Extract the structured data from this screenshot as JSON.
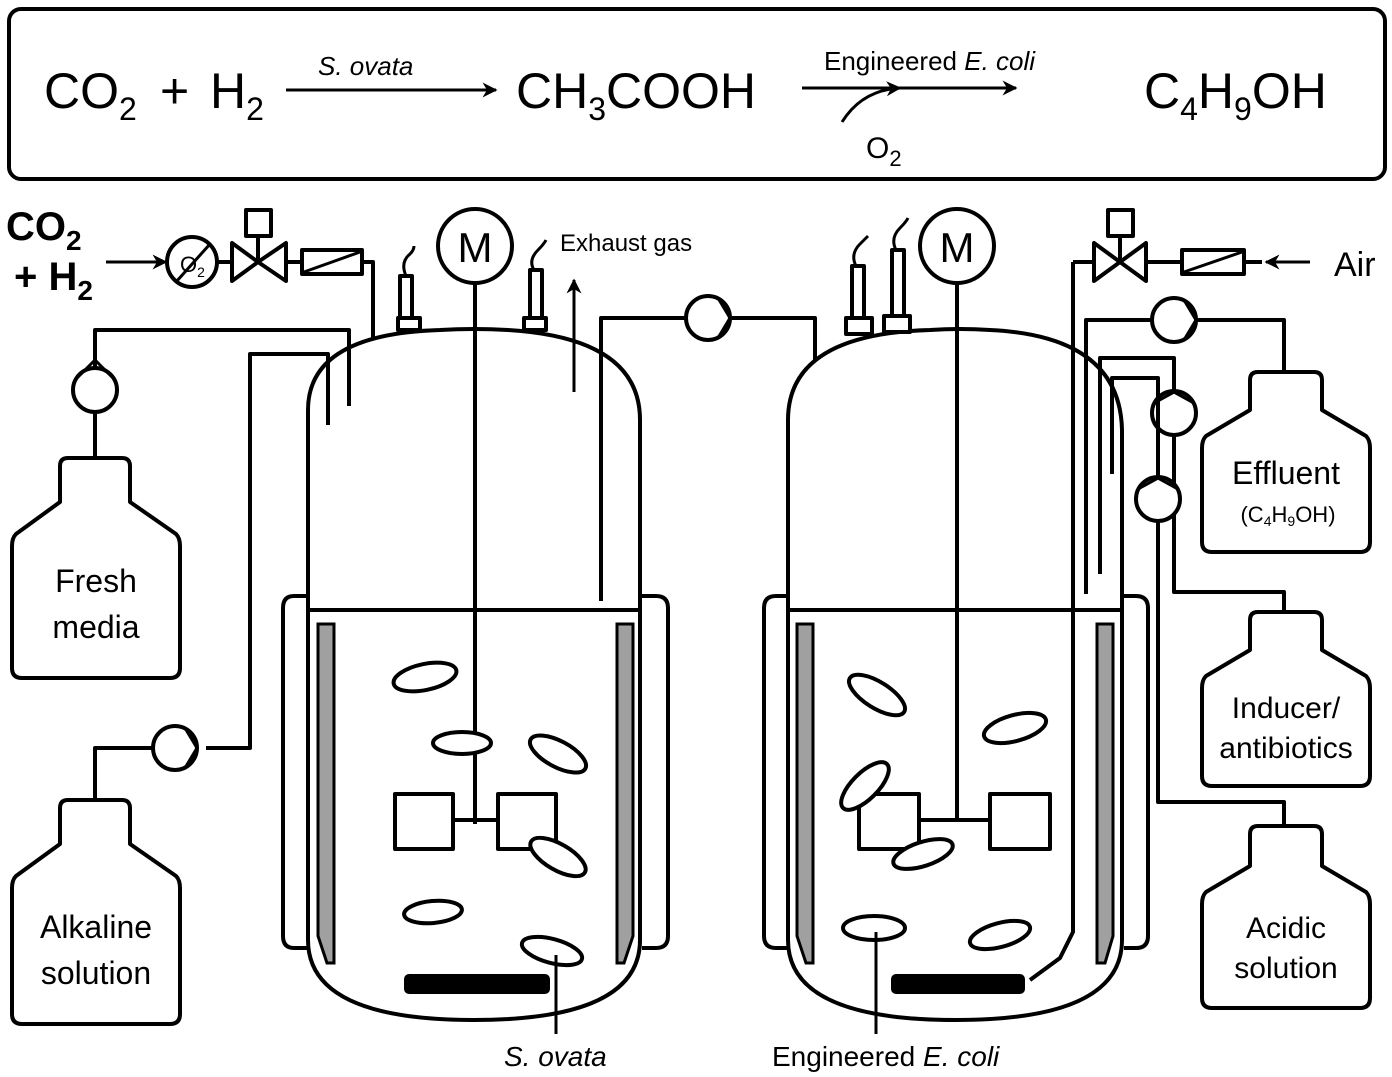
{
  "equation": {
    "reactant1": "CO",
    "reactant1_sub": "2",
    "plus": "+",
    "reactant2": "H",
    "reactant2_sub": "2",
    "catalyst1": "S. ovata",
    "intermediate_a": "CH",
    "intermediate_sub": "3",
    "intermediate_b": "COOH",
    "catalyst2_prefix": "Engineered ",
    "catalyst2_italic": "E. coli",
    "cosubstrate": "O",
    "cosubstrate_sub": "2",
    "product_a": "C",
    "product_sub1": "4",
    "product_b": "H",
    "product_sub2": "9",
    "product_c": "OH"
  },
  "gas_inlet": {
    "line1": "CO",
    "line1_sub": "2",
    "line2": "+ H",
    "line2_sub": "2",
    "o2_trap_label": "O",
    "o2_trap_sub": "2"
  },
  "motor_label": "M",
  "exhaust_label": "Exhaust gas",
  "air_label": "Air",
  "bottles": {
    "fresh_media": [
      "Fresh",
      "media"
    ],
    "alkaline": [
      "Alkaline",
      "solution"
    ],
    "effluent": [
      "Effluent",
      "(C",
      "4",
      "H",
      "9",
      "OH)"
    ],
    "inducer": [
      "Inducer/",
      "antibiotics"
    ],
    "acidic": [
      "Acidic",
      "solution"
    ]
  },
  "organisms": {
    "left": "S. ovata",
    "right_prefix": "Engineered ",
    "right_italic": "E. coli"
  }
}
